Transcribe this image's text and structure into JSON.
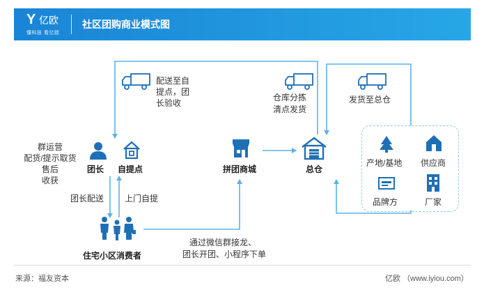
{
  "header": {
    "logo_glyph": "Y",
    "logo_name": "亿欧",
    "logo_tagline": "懂科技 看亿欧",
    "title": "社区团购商业模式图"
  },
  "nodes": {
    "tuanzhang": "团长",
    "ziti": "自提点",
    "mall": "拼团商城",
    "warehouse": "总仓",
    "consumer": "住宅小区消费者",
    "origin": "产地/基地",
    "supplier": "供应商",
    "brand": "品牌方",
    "factory": "厂家"
  },
  "labels": {
    "deliver_to_pickup": [
      "配送至自",
      "提点，团",
      "长验收"
    ],
    "sorting": [
      "仓库分拣",
      "清点发货"
    ],
    "ship_to_warehouse": "发货至总仓",
    "leader_duties": [
      "群运营",
      "配货/提示取货",
      "售后",
      "收获"
    ],
    "leader_delivery": "团长配送",
    "self_pickup": "上门自提",
    "ordering": [
      "通过微信群接龙、",
      "团长开团、小程序下单"
    ]
  },
  "footer": {
    "source": "来源：福友资本",
    "brand": "亿欧 （www.iyiou.com）"
  },
  "colors": {
    "header": "#1a84d6",
    "icon_blue": "#1f6fb5",
    "arrow": "#5ab2ea"
  }
}
